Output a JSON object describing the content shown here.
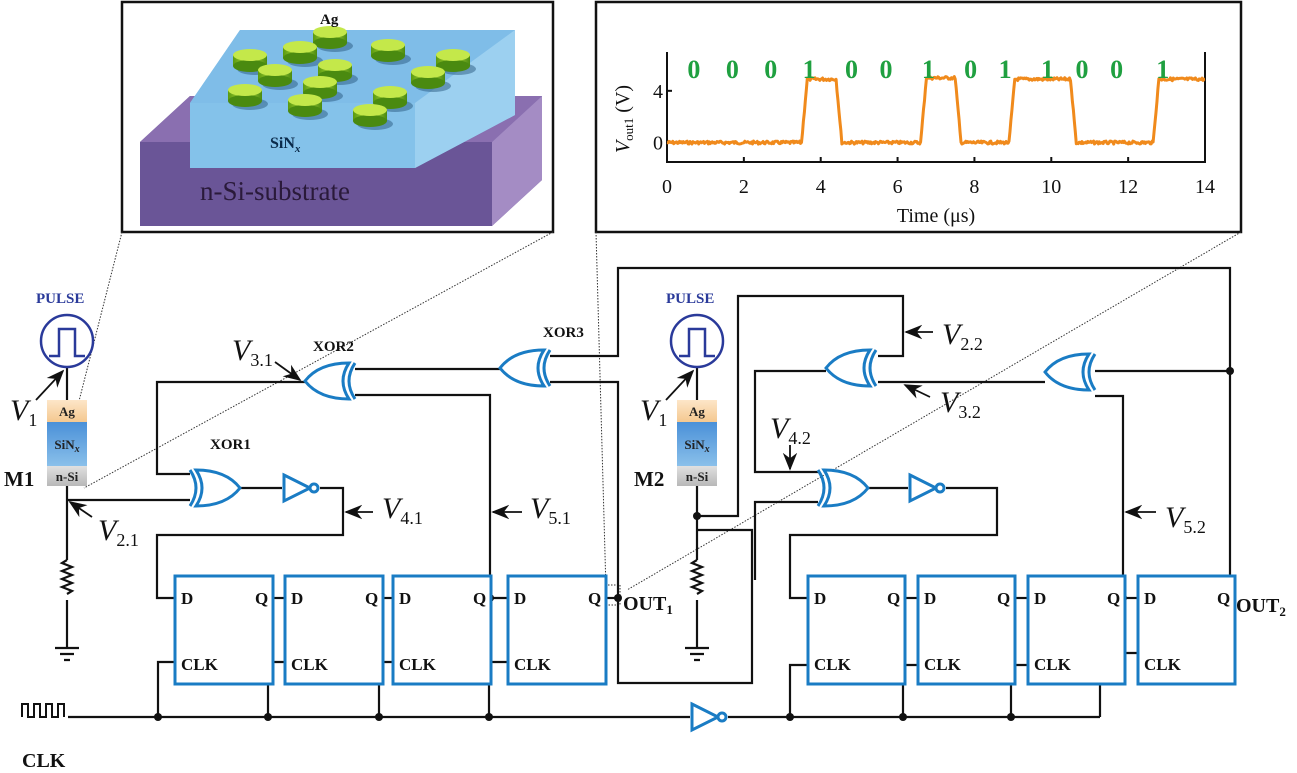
{
  "device_inset": {
    "top_electrode": "Ag",
    "switching_layer": "SiN",
    "switching_layer_sub": "x",
    "substrate": "n-Si-substrate",
    "colors": {
      "electrode": "#a8d42a",
      "switching": "#8fc8ec",
      "substrate": "#6f5a9e"
    }
  },
  "chart_data": {
    "type": "line",
    "title": "",
    "xlabel": "Time (μs)",
    "ylabel_main": "V",
    "ylabel_sub": "out1",
    "ylabel_unit": "(V)",
    "xlim": [
      0,
      14
    ],
    "ylim": [
      -1.5,
      7
    ],
    "xticks": [
      0,
      2,
      4,
      6,
      8,
      10,
      12,
      14
    ],
    "yticks": [
      0,
      4
    ],
    "grid": false,
    "bit_sequence": [
      "0",
      "0",
      "0",
      "1",
      "0",
      "0",
      "1",
      "0",
      "1",
      "1",
      "0",
      "0",
      "1"
    ],
    "bit_positions": [
      0.7,
      1.7,
      2.7,
      3.7,
      4.8,
      5.7,
      6.8,
      7.9,
      8.8,
      9.9,
      10.8,
      11.7,
      12.9
    ],
    "series": [
      {
        "name": "Vout1",
        "color": "#f08a1c",
        "points": [
          [
            0,
            0
          ],
          [
            3.5,
            0
          ],
          [
            3.65,
            4.9
          ],
          [
            4.4,
            4.9
          ],
          [
            4.55,
            0
          ],
          [
            6.6,
            0
          ],
          [
            6.75,
            5.0
          ],
          [
            7.5,
            5.0
          ],
          [
            7.65,
            0
          ],
          [
            8.9,
            0
          ],
          [
            9.05,
            4.9
          ],
          [
            10.5,
            4.9
          ],
          [
            10.65,
            0
          ],
          [
            12.65,
            0
          ],
          [
            12.8,
            4.9
          ],
          [
            14,
            4.9
          ]
        ]
      }
    ],
    "bit_color": "#1fa040"
  },
  "circuit": {
    "pulse_label": "PULSE",
    "clk_label": "CLK",
    "memristor_layers": [
      "Ag",
      "SiN",
      "n-Si"
    ],
    "memristor_sub": "x",
    "m1_label": "M1",
    "m2_label": "M2",
    "gates": {
      "xor1": "XOR1",
      "xor2": "XOR2",
      "xor3": "XOR3"
    },
    "ff_pins": {
      "d": "D",
      "q": "Q",
      "clk": "CLK"
    },
    "outputs": {
      "out1_main": "OUT",
      "out1_sub": "1",
      "out2_main": "OUT",
      "out2_sub": "2"
    },
    "voltages": {
      "v1": {
        "main": "V",
        "sub": "1"
      },
      "v21": {
        "main": "V",
        "sub": "2.1"
      },
      "v31": {
        "main": "V",
        "sub": "3.1"
      },
      "v41": {
        "main": "V",
        "sub": "4.1"
      },
      "v51": {
        "main": "V",
        "sub": "5.1"
      },
      "v22": {
        "main": "V",
        "sub": "2.2"
      },
      "v32": {
        "main": "V",
        "sub": "3.2"
      },
      "v42": {
        "main": "V",
        "sub": "4.2"
      },
      "v52": {
        "main": "V",
        "sub": "5.2"
      }
    },
    "colors": {
      "logic": "#1a7cc4",
      "source": "#2a3a9a",
      "wire": "#111111"
    }
  }
}
